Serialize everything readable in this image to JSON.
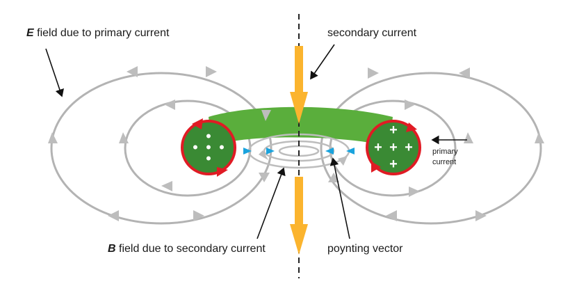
{
  "labels": {
    "e_field": {
      "symbol": "E",
      "text": " field due to primary current"
    },
    "secondary_current": "secondary current",
    "b_field": {
      "symbol": "B",
      "text": " field due to secondary current"
    },
    "poynting_vector": "poynting vector",
    "primary_current_line1": "primary",
    "primary_current_line2": "current"
  },
  "charges": {
    "left_symbol": "•",
    "right_symbol": "+"
  },
  "colors": {
    "field_lines": "#b3b3b3",
    "green_band": "#5aae3c",
    "conductor_fill": "#3a8a34",
    "conductor_outline": "#e01b24",
    "current_arrow": "#fbb42e",
    "poynting_arrow": "#1aa3dd",
    "axis": "#222222",
    "leader": "#111111"
  },
  "icons": {
    "field_direction": "arrowhead-icon",
    "current_direction": "arrow-down-icon",
    "poynting": "arrowhead-icon"
  }
}
